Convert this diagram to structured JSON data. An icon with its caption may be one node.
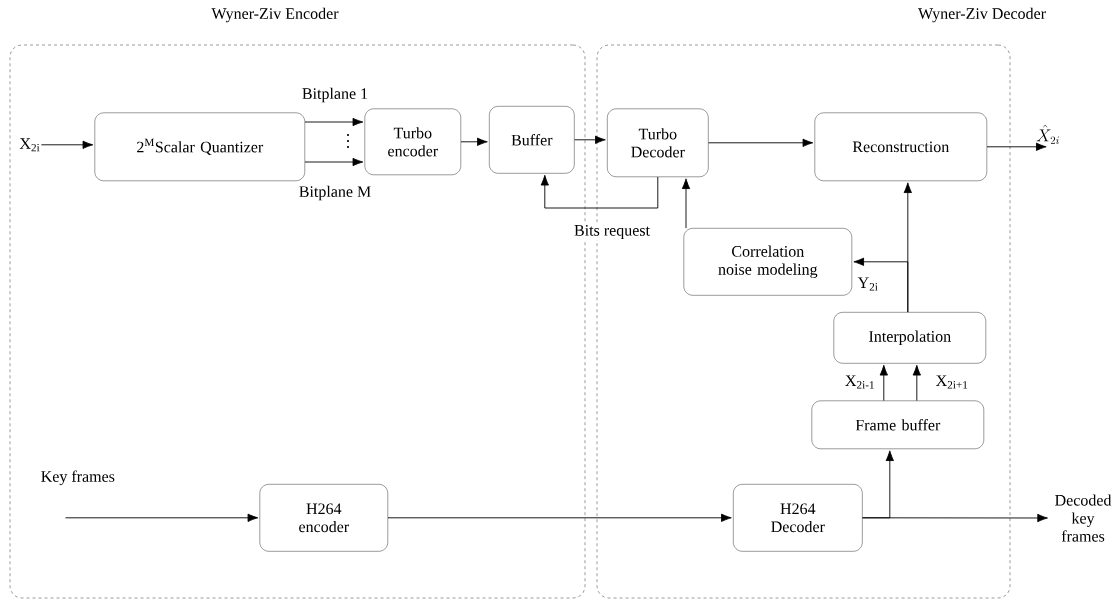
{
  "diagram": {
    "nodes": [
      {
        "text": [
          "Wyner-Ziv Encoder"
        ]
      },
      {
        "text": [
          "Wyner-Ziv Decoder"
        ]
      },
      {
        "text": [
          "X$_{2i}$"
        ],
        "in": 0
      },
      {
        "text": [
          "2$^{M}$Scalar Quantizer"
        ],
        "in": 0
      },
      {
        "text": [
          "Turbo encoder"
        ],
        "in": 0
      },
      {
        "text": [
          "Buffer"
        ],
        "in": 0
      },
      {
        "text": [
          "Turbo Decoder"
        ],
        "in": 1
      },
      {
        "text": [
          "Reconstruction"
        ],
        "in": 1
      },
      {
        "text": [
          "\\hat{X}_{2i}"
        ]
      },
      {
        "text": [
          "Correlation noise modeling"
        ],
        "in": 1
      },
      {
        "text": [
          "Interpolation"
        ],
        "in": 1
      },
      {
        "text": [
          "Frame buffer"
        ],
        "in": 1
      },
      {
        "text": [
          "Key frames"
        ],
        "in": 0
      },
      {
        "text": [
          "H264 encoder"
        ],
        "in": 0
      },
      {
        "text": [
          "H264 Decoder"
        ],
        "in": 1
      },
      {
        "text": [
          "Decoded key frames"
        ]
      }
    ],
    "edges": [
      {
        "from": 2,
        "to": 3,
        "arrow": "to"
      },
      {
        "from": 3,
        "to": 4,
        "arrow": "to",
        "label": "Bitplane 1"
      },
      {
        "from": 3,
        "to": 4,
        "arrow": "to",
        "label": "Bitplane M"
      },
      {
        "from": 4,
        "to": 5,
        "arrow": "to"
      },
      {
        "from": 5,
        "to": 6,
        "arrow": "to"
      },
      {
        "from": 6,
        "to": 5,
        "arrow": "to",
        "label": "Bits request"
      },
      {
        "from": 9,
        "to": 6,
        "arrow": "to"
      },
      {
        "from": 6,
        "to": 7,
        "arrow": "to"
      },
      {
        "from": 7,
        "to": 8,
        "arrow": "to"
      },
      {
        "from": 10,
        "to": 7,
        "arrow": "to"
      },
      {
        "from": 10,
        "to": 9,
        "arrow": "to",
        "label": "Y$_{2i}$"
      },
      {
        "from": 11,
        "to": 10,
        "arrow": "to",
        "label": "X$_{2i-1}$"
      },
      {
        "from": 11,
        "to": 10,
        "arrow": "to",
        "label": "X$_{2i+1}$"
      },
      {
        "from": 12,
        "to": 13,
        "arrow": "to"
      },
      {
        "from": 13,
        "to": 14,
        "arrow": "to"
      },
      {
        "from": 14,
        "to": 15,
        "arrow": "to"
      },
      {
        "from": 14,
        "to": 11,
        "arrow": "to"
      }
    ]
  }
}
